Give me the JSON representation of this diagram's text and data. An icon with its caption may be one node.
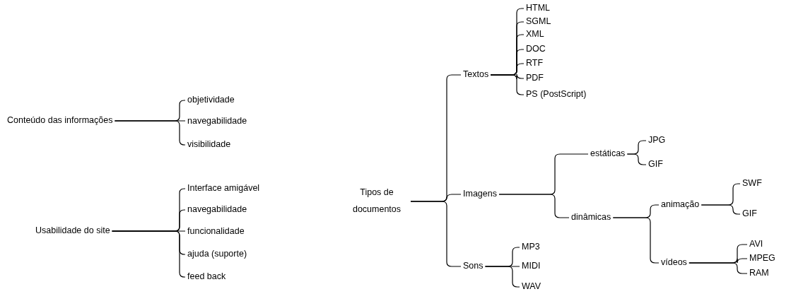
{
  "diagram": {
    "nodes": [
      {
        "text": [
          "Conteúdo das informações"
        ]
      },
      {
        "text": [
          "objetividade"
        ]
      },
      {
        "text": [
          "navegabilidade"
        ]
      },
      {
        "text": [
          "visibilidade"
        ]
      },
      {
        "text": [
          "Usabilidade do site"
        ]
      },
      {
        "text": [
          "Interface amigável"
        ]
      },
      {
        "text": [
          "navegabilidade"
        ]
      },
      {
        "text": [
          "funcionalidade"
        ]
      },
      {
        "text": [
          "ajuda (suporte)"
        ]
      },
      {
        "text": [
          "feed back"
        ]
      },
      {
        "text": [
          "Tipos de documentos"
        ]
      },
      {
        "text": [
          "Textos"
        ]
      },
      {
        "text": [
          "HTML"
        ]
      },
      {
        "text": [
          "SGML"
        ]
      },
      {
        "text": [
          "XML"
        ]
      },
      {
        "text": [
          "DOC"
        ]
      },
      {
        "text": [
          "RTF"
        ]
      },
      {
        "text": [
          "PDF"
        ]
      },
      {
        "text": [
          "PS (PostScript)"
        ]
      },
      {
        "text": [
          "Imagens"
        ]
      },
      {
        "text": [
          "estáticas"
        ]
      },
      {
        "text": [
          "JPG"
        ]
      },
      {
        "text": [
          "GIF"
        ]
      },
      {
        "text": [
          "dinâmicas"
        ]
      },
      {
        "text": [
          "animação"
        ]
      },
      {
        "text": [
          "SWF"
        ]
      },
      {
        "text": [
          "GIF"
        ]
      },
      {
        "text": [
          "vídeos"
        ]
      },
      {
        "text": [
          "AVI"
        ]
      },
      {
        "text": [
          "MPEG"
        ]
      },
      {
        "text": [
          "RAM"
        ]
      },
      {
        "text": [
          "Sons"
        ]
      },
      {
        "text": [
          "MP3"
        ]
      },
      {
        "text": [
          "MIDI"
        ]
      },
      {
        "text": [
          "WAV"
        ]
      }
    ],
    "edges": [
      {
        "from": 0,
        "to": 1,
        "arrow": "none"
      },
      {
        "from": 0,
        "to": 2,
        "arrow": "none"
      },
      {
        "from": 0,
        "to": 3,
        "arrow": "none"
      },
      {
        "from": 4,
        "to": 5,
        "arrow": "none"
      },
      {
        "from": 4,
        "to": 6,
        "arrow": "none"
      },
      {
        "from": 4,
        "to": 7,
        "arrow": "none"
      },
      {
        "from": 4,
        "to": 8,
        "arrow": "none"
      },
      {
        "from": 4,
        "to": 9,
        "arrow": "none"
      },
      {
        "from": 10,
        "to": 11,
        "arrow": "none"
      },
      {
        "from": 10,
        "to": 19,
        "arrow": "none"
      },
      {
        "from": 10,
        "to": 31,
        "arrow": "none"
      },
      {
        "from": 11,
        "to": 12,
        "arrow": "none"
      },
      {
        "from": 11,
        "to": 13,
        "arrow": "none"
      },
      {
        "from": 11,
        "to": 14,
        "arrow": "none"
      },
      {
        "from": 11,
        "to": 15,
        "arrow": "none"
      },
      {
        "from": 11,
        "to": 16,
        "arrow": "none"
      },
      {
        "from": 11,
        "to": 17,
        "arrow": "none"
      },
      {
        "from": 11,
        "to": 18,
        "arrow": "none"
      },
      {
        "from": 19,
        "to": 20,
        "arrow": "none"
      },
      {
        "from": 19,
        "to": 23,
        "arrow": "none"
      },
      {
        "from": 20,
        "to": 21,
        "arrow": "none"
      },
      {
        "from": 20,
        "to": 22,
        "arrow": "none"
      },
      {
        "from": 23,
        "to": 24,
        "arrow": "none"
      },
      {
        "from": 23,
        "to": 27,
        "arrow": "none"
      },
      {
        "from": 24,
        "to": 25,
        "arrow": "none"
      },
      {
        "from": 24,
        "to": 26,
        "arrow": "none"
      },
      {
        "from": 27,
        "to": 28,
        "arrow": "none"
      },
      {
        "from": 27,
        "to": 29,
        "arrow": "none"
      },
      {
        "from": 27,
        "to": 30,
        "arrow": "none"
      },
      {
        "from": 31,
        "to": 32,
        "arrow": "none"
      },
      {
        "from": 31,
        "to": 33,
        "arrow": "none"
      },
      {
        "from": 31,
        "to": 34,
        "arrow": "none"
      }
    ]
  }
}
